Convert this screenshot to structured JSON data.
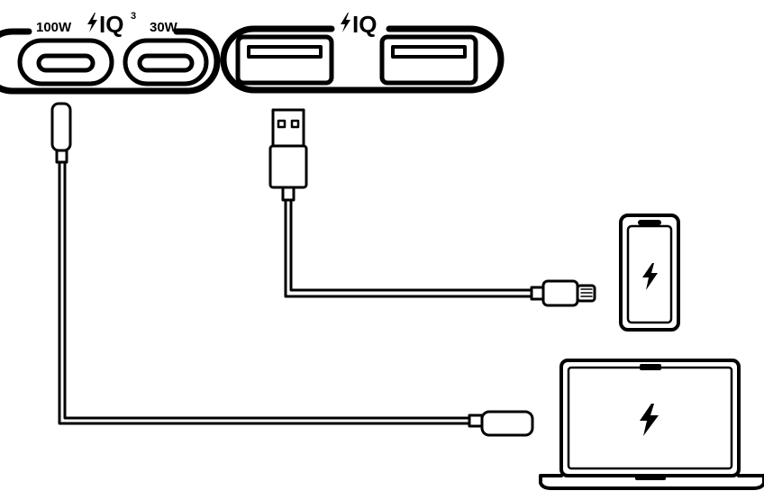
{
  "charger_left": {
    "port1_label": "100W",
    "brand": "IQ",
    "brand_superscript": "3",
    "port2_label": "30W"
  },
  "charger_right": {
    "brand": "IQ"
  },
  "devices": {
    "phone": "phone-icon",
    "laptop": "laptop-icon"
  },
  "colors": {
    "line": "#000000",
    "background": "#ffffff"
  }
}
